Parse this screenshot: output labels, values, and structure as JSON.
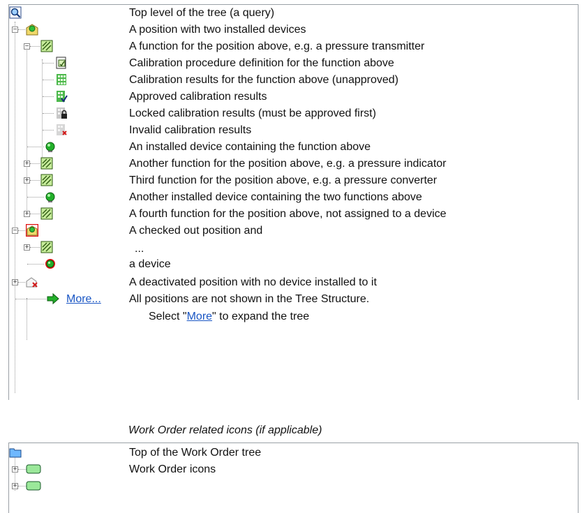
{
  "tree": {
    "rows": [
      {
        "desc": "Top level of the tree (a query)"
      },
      {
        "desc": "A position with two installed devices"
      },
      {
        "desc": "A function for the position above, e.g. a pressure transmitter"
      },
      {
        "desc": "Calibration procedure definition for the function above"
      },
      {
        "desc": "Calibration results for the function above (unapproved)"
      },
      {
        "desc": "Approved calibration results"
      },
      {
        "desc": "Locked calibration results (must be approved first)"
      },
      {
        "desc": "Invalid calibration results"
      },
      {
        "desc": "An installed device containing the function above"
      },
      {
        "desc": "Another function for the position above, e.g. a pressure indicator"
      },
      {
        "desc": "Third function for the position above, e.g. a pressure converter"
      },
      {
        "desc": "Another installed device containing the two functions above"
      },
      {
        "desc": "A fourth function for the position above, not assigned to a device"
      },
      {
        "desc": "A checked out position and"
      },
      {
        "desc": "..."
      },
      {
        "desc": "a device"
      },
      {
        "desc": "A deactivated position with no device installed to it"
      },
      {
        "desc": "All positions are not shown in the Tree Structure."
      }
    ],
    "more_label": "More...",
    "select_prefix": "Select \"",
    "select_link": "More",
    "select_suffix": "\" to expand the tree"
  },
  "work_order": {
    "caption": "Work Order related icons (if applicable)",
    "rows": [
      {
        "desc": "Top of the Work Order tree"
      },
      {
        "desc": "Work Order icons"
      },
      {
        "desc": ""
      }
    ]
  },
  "icons": [
    "query-icon",
    "position-icon",
    "function-icon",
    "procedure-icon",
    "results-icon",
    "approved-results-icon",
    "locked-results-icon",
    "invalid-results-icon",
    "device-icon",
    "arrow-icon",
    "folder-icon",
    "work-order-icon"
  ]
}
